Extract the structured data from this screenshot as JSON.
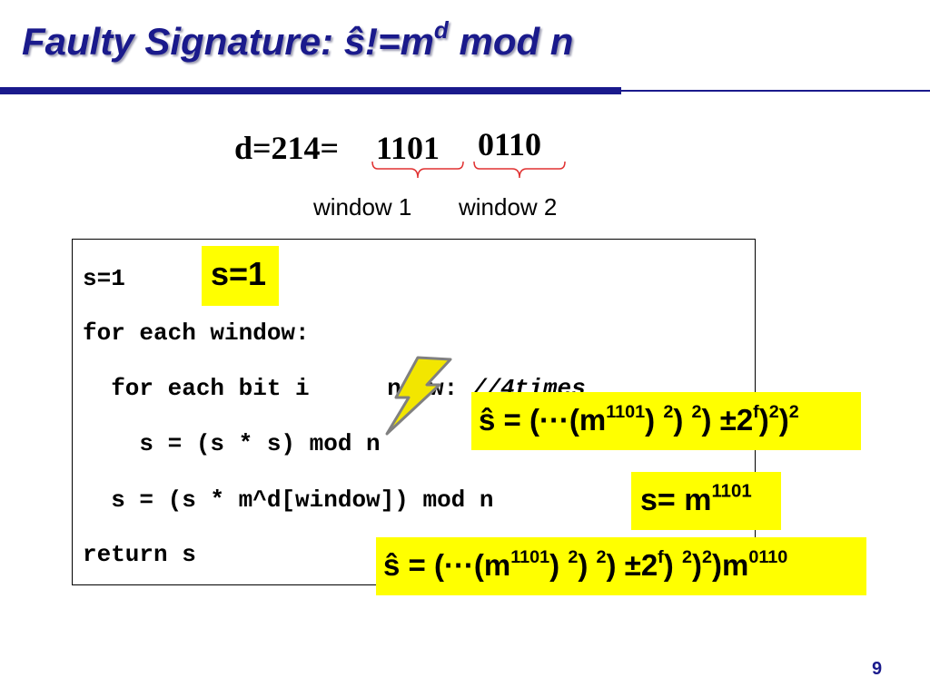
{
  "slide": {
    "title_main": "Faulty Signature: ŝ!=m",
    "title_sup": "d",
    "title_tail": " mod n",
    "page_number": "9"
  },
  "key": {
    "expr_prefix": "d=214=",
    "window1_bits": "1101",
    "window2_bits": "0110",
    "window1_label": "window 1",
    "window2_label": "window 2"
  },
  "code": {
    "line1": "s=1",
    "line2": "for each window:",
    "line3a": "  for each bit i ",
    "line3b": "ndow: ",
    "line3c": "//4times",
    "line4": "    s = (s * s) mod n",
    "line5": "  s = (s * m^d[window]) mod n",
    "line6": "return s"
  },
  "highlights": {
    "s_init": "s=1",
    "eq1": {
      "a": "ŝ = (···(m",
      "b": "1101",
      "c": ")",
      "d": "2",
      "e": ")",
      "f": "2",
      "g": ") ±2",
      "h": "f",
      "i": ")",
      "j": "2",
      "k": ")",
      "l": "2"
    },
    "eq2": {
      "a": "s= m",
      "b": "1101"
    },
    "eq3": {
      "a": "ŝ = (···(m",
      "b": "1101",
      "c": ")",
      "d": "2",
      "e": ")",
      "f": "2",
      "g": ") ±2",
      "h": "f",
      "i": ")",
      "j": "2",
      "k": ")",
      "l": "2",
      "m": ")m",
      "n": "0110"
    }
  },
  "colors": {
    "title": "#1a1a8c",
    "highlight": "#ffff00",
    "brace": "#e03030",
    "bolt_fill": "#f2e600",
    "bolt_outline": "#808080"
  },
  "icons": [
    "lightning-bolt-icon"
  ]
}
